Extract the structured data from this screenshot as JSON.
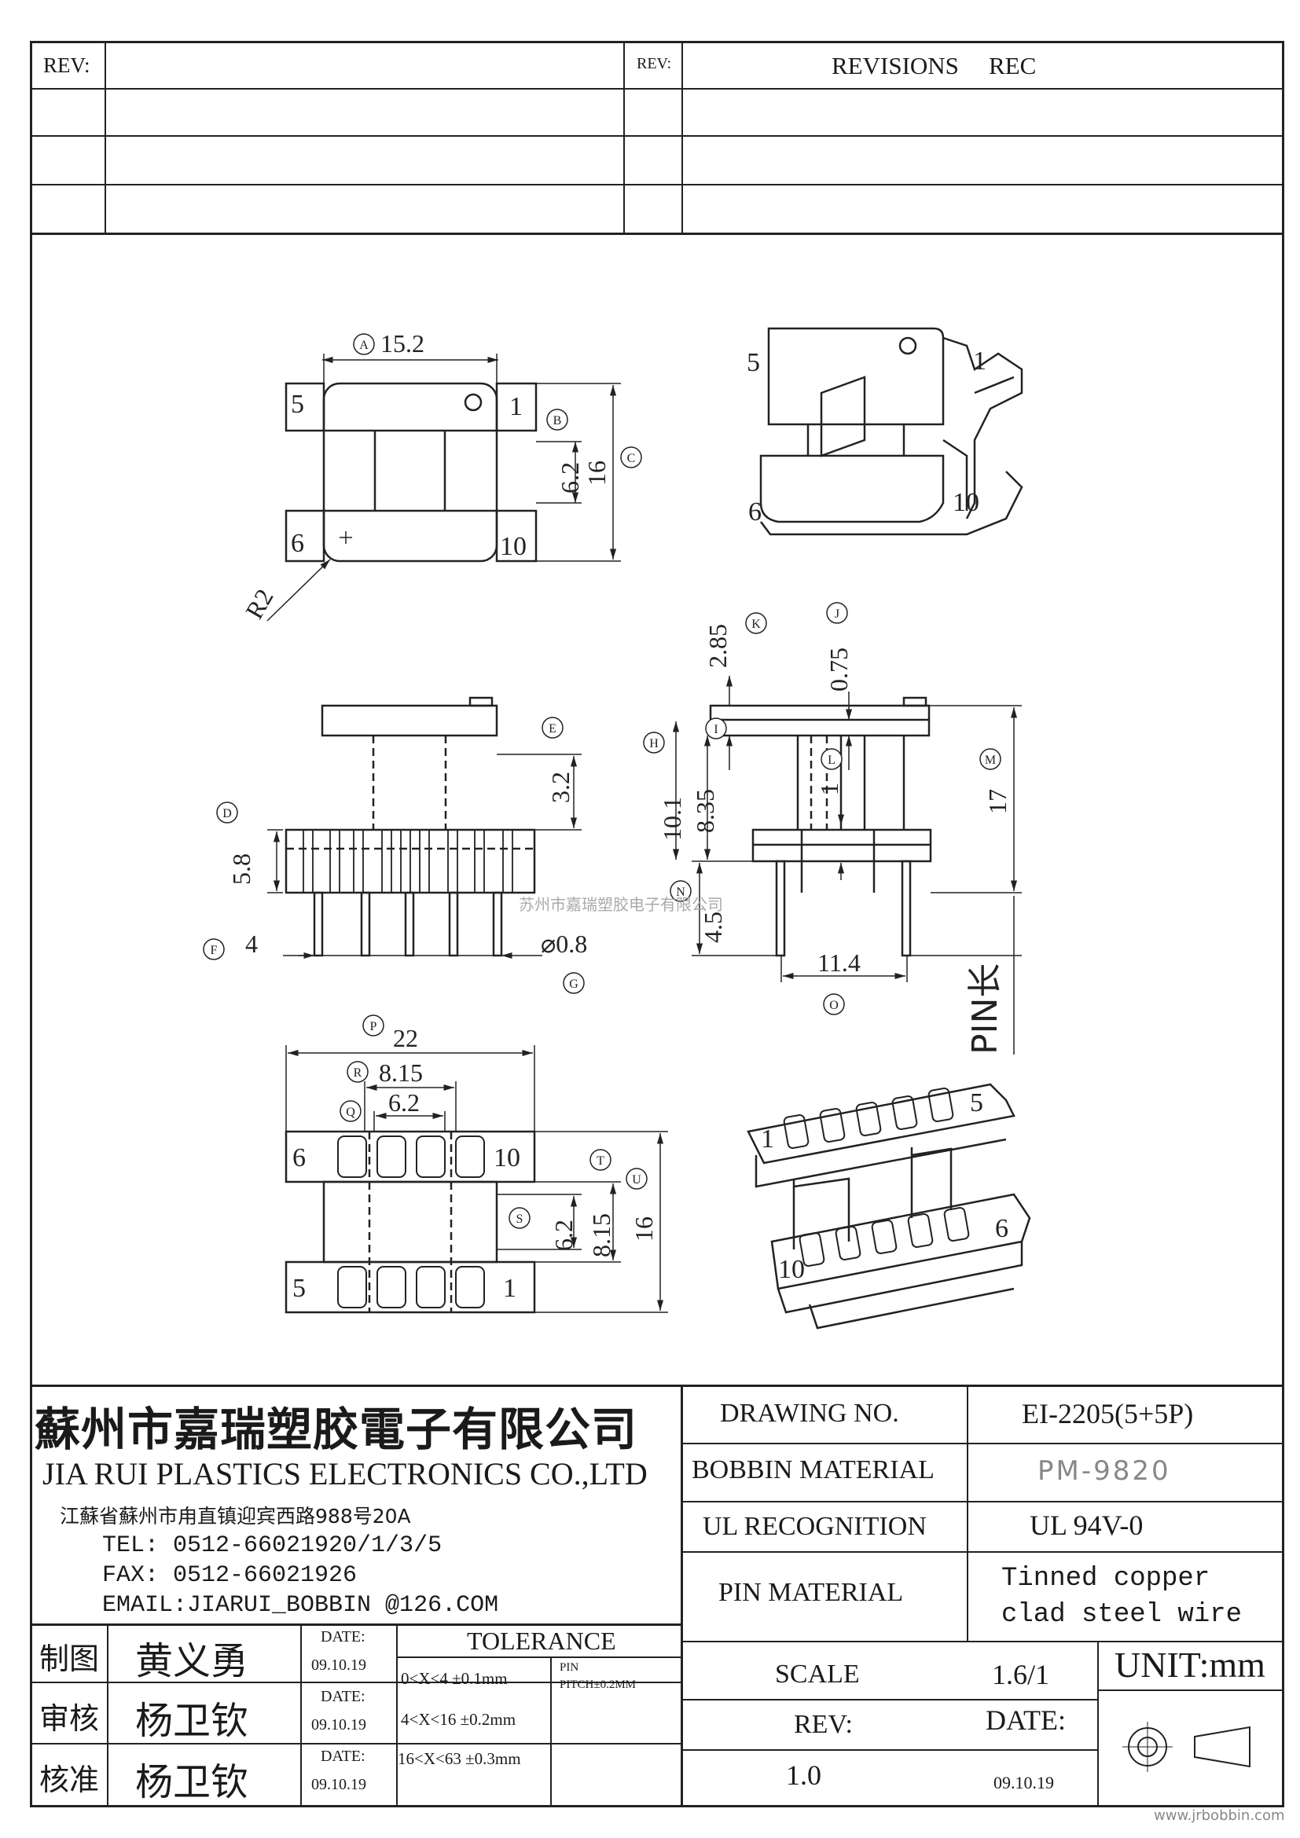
{
  "revision_table": {
    "rev_label_left": "REV:",
    "rev_label_right": "REV:",
    "revisions_header": "REVISIONS",
    "rec_header": "REC"
  },
  "drawing": {
    "dims": {
      "A": "15.2",
      "B": "6.2",
      "C": "16",
      "R": "R2",
      "E": "3.2",
      "D": "5.8",
      "F": "4",
      "G": "⌀0.8",
      "K": "2.85",
      "J": "0.75",
      "H": "10.1",
      "I": "8.35",
      "L": "1",
      "M": "17",
      "N": "4.5",
      "O": "11.4",
      "P": "22",
      "R2": "8.15",
      "Q": "6.2",
      "S": "6.2",
      "T": "8.15",
      "U": "16"
    },
    "circle_letters": [
      "A",
      "B",
      "C",
      "D",
      "E",
      "F",
      "G",
      "H",
      "I",
      "J",
      "K",
      "L",
      "M",
      "N",
      "O",
      "P",
      "Q",
      "R",
      "S",
      "T",
      "U"
    ],
    "pin_labels": {
      "p1": "1",
      "p5": "5",
      "p6": "6",
      "p10": "10"
    },
    "pin_length_label": "PIN长",
    "watermark": "苏州市嘉瑞塑胶电子有限公司"
  },
  "company": {
    "name_cn": "蘇州市嘉瑞塑胶電子有限公司",
    "name_en": "JIA RUI PLASTICS ELECTRONICS CO.,LTD",
    "address": "江蘇省蘇州市甪直镇迎宾西路988号20A",
    "tel": "TEL: 0512-66021920/1/3/5",
    "fax": "FAX: 0512-66021926",
    "email": "EMAIL:JIARUI_BOBBIN @126.COM"
  },
  "spec": {
    "drawing_no_label": "DRAWING  NO.",
    "drawing_no_value": "EI-2205(5+5P)",
    "bobbin_material_label": "BOBBIN  MATERIAL",
    "bobbin_material_value": "PM-9820",
    "ul_label": "UL RECOGNITION",
    "ul_value": "UL 94V-0",
    "pin_material_label": "PIN MATERIAL",
    "pin_material_value_1": "Tinned copper",
    "pin_material_value_2": "clad steel wire",
    "scale_label": "SCALE",
    "scale_value": "1.6/1",
    "unit": "UNIT:mm",
    "rev_label": "REV:",
    "rev_value": "1.0",
    "date_label": "DATE:",
    "date_value": "09.10.19"
  },
  "approvals": [
    {
      "role": "制图",
      "name": "黄义勇",
      "date_label": "DATE:",
      "date": "09.10.19"
    },
    {
      "role": "审核",
      "name": "杨卫钦",
      "date_label": "DATE:",
      "date": "09.10.19"
    },
    {
      "role": "核准",
      "name": "杨卫钦",
      "date_label": "DATE:",
      "date": "09.10.19"
    }
  ],
  "tolerance": {
    "header": "TOLERANCE",
    "rows": [
      "0<X<4  ±0.1mm",
      "4<X<16 ±0.2mm",
      "16<X<63 ±0.3mm"
    ],
    "pin_label": "PIN",
    "pin_pitch": "PITCH±0.2MM"
  },
  "footer_url": "www.jrbobbin.com"
}
